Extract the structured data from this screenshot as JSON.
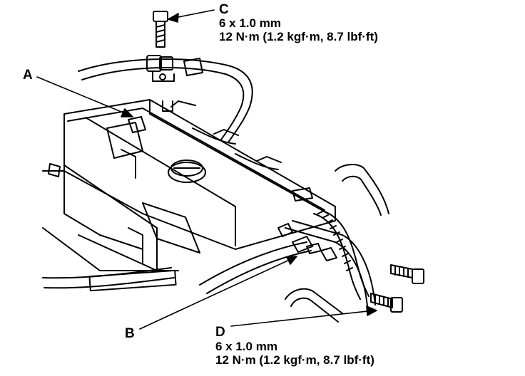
{
  "labels": {
    "A": "A",
    "B": "B",
    "C": "C",
    "D": "D"
  },
  "callouts": {
    "C": {
      "size": "6 x 1.0 mm",
      "torque": "12 N·m (1.2 kgf·m, 8.7 lbf·ft)"
    },
    "D": {
      "size": "6 x 1.0 mm",
      "torque": "12 N·m (1.2 kgf·m, 8.7 lbf·ft)"
    }
  }
}
